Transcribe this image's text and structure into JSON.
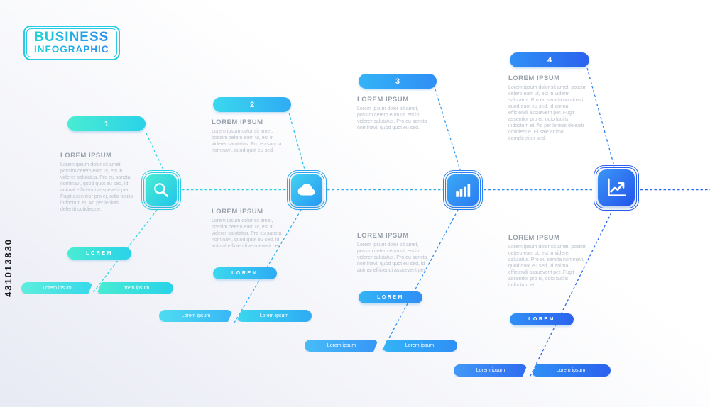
{
  "watermark": "431013830",
  "logo": {
    "title": "BUSINESS",
    "subtitle": "INFOGRAPHIC",
    "accent_color": "#1ecbe1"
  },
  "palette": {
    "step1": "#2ad2e8",
    "step2": "#2fabf4",
    "step3": "#2f8ef5",
    "step4": "#2b62ee"
  },
  "steps": [
    {
      "number": "1",
      "icon": "search-icon",
      "sections": [
        {
          "title": "LOREM IPSUM",
          "body": "Lorem ipsum dolor sit amet, possim cetero eum ut, est in viderer salutatus. Pro eu sancta nominavi, quod quot eu sed, id animal efficiendi assueverit per. Fugit assentior pro ei, odio facilis indoctum et. Ad per leninis deleniti cotidieque."
        }
      ],
      "label_pill": "LOREM",
      "bottom_pills": [
        "Lorem ipsum",
        "Lorem ipsum"
      ]
    },
    {
      "number": "2",
      "icon": "cloud-icon",
      "sections": [
        {
          "title": "LOREM IPSUM",
          "body": "Lorem ipsum dolor sit amet, possim cetero eum ut, est in viderer salutatus. Pro eu sancta nominavi, quod quot eu sed."
        },
        {
          "title": "LOREM IPSUM",
          "body": "Lorem ipsum dolor sit amet, possim cetero eum ut, est in viderer salutatus. Pro eu sancta nominavi, quod quot eu sed, id animal efficiendi assueverit per."
        }
      ],
      "label_pill": "LOREM",
      "bottom_pills": [
        "Lorem ipsum",
        "Lorem ipsum"
      ]
    },
    {
      "number": "3",
      "icon": "bar-chart-icon",
      "sections": [
        {
          "title": "LOREM IPSUM",
          "body": "Lorem ipsum dolor sit amet, possim cetero eum ut, est in viderer salutatus. Pro eu sancta nominavi, quod quot eu sed."
        },
        {
          "title": "LOREM IPSUM",
          "body": "Lorem ipsum dolor sit amet, possim cetero eum ut, est in viderer salutatus. Pro eu sancta nominavi, quod quot eu sed, id animal efficiendi assueverit per."
        }
      ],
      "label_pill": "LOREM",
      "bottom_pills": [
        "Lorem ipsum",
        "Lorem ipsum"
      ]
    },
    {
      "number": "4",
      "icon": "line-chart-icon",
      "sections": [
        {
          "title": "LOREM IPSUM",
          "body": "Lorem ipsum dolor sit amet, possim cetero eum ut, est in viderer salutatus. Pro eu sancta nominavi, quod quot eu sed, id animal efficiendi assueverit per. Fugit assentior pro ei, odio facilis indoctum et. Ad per leninis deleniti cotidieque. Ei sale animal complectitur sed."
        },
        {
          "title": "LOREM IPSUM",
          "body": "Lorem ipsum dolor sit amet, possim cetero eum ut, est in viderer salutatus. Pro eu sancta nominavi, quod quot eu sed, id animal efficiendi assueverit per. Fugit assentior pro ei, odio facilis indoctum et."
        }
      ],
      "label_pill": "LOREM",
      "bottom_pills": [
        "Lorem ipsum",
        "Lorem ipsum"
      ]
    }
  ]
}
